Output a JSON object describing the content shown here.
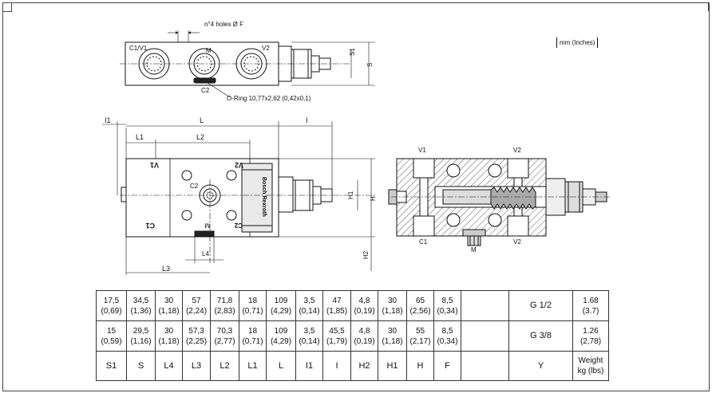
{
  "units_label": "mm (Inches)",
  "top_view": {
    "holes_label": "n°4 holes Ø F",
    "oring_label": "O-Ring 10,77x2,62 (0,42x0,1)",
    "ports": {
      "c1v1": "C1/V1",
      "m": "M",
      "v2": "V2",
      "c2": "C2"
    },
    "dims": {
      "s1": "S1",
      "s": "S"
    }
  },
  "front_view": {
    "dims": {
      "l": "L",
      "l1": "L1",
      "l2": "L2",
      "i": "I",
      "i1": "I1",
      "l3": "L3",
      "l4": "L4",
      "h": "H",
      "h1": "H1",
      "h2": "H2"
    },
    "ports": {
      "v1": "V1",
      "v2": "V2",
      "c1": "C1",
      "c2_a": "C2",
      "c2_b": "C2",
      "m": "M"
    },
    "brand": "Bosch Rexroth"
  },
  "section_view": {
    "ports": {
      "v1": "V1",
      "v2_top": "V2",
      "c1": "C1",
      "m": "M",
      "v2_bottom": "V2"
    }
  },
  "table": {
    "rows": [
      {
        "cells": [
          "17,5\n(0,69)",
          "34,5\n(1,36)",
          "30\n(1,18)",
          "57\n(2,24)",
          "71,8\n(2,83)",
          "18\n(0,71)",
          "109\n(4,29)",
          "3,5\n(0,14)",
          "47\n(1,85)",
          "4,8\n(0,19)",
          "30\n(1,18)",
          "65\n(2,56)",
          "8,5\n(0,34)"
        ],
        "thread": "G 1/2",
        "weight": "1.68\n(3.7)"
      },
      {
        "cells": [
          "15\n(0,59)",
          "29,5\n(1,16)",
          "30\n(1,18)",
          "57,3\n(2,25)",
          "70,3\n(2,77)",
          "18\n(0,71)",
          "109\n(4,29)",
          "3,5\n(0,14)",
          "45,5\n(1,79)",
          "4,8\n(0,19)",
          "30\n(1,18)",
          "55\n(2,17)",
          "8,5\n(0,34)"
        ],
        "thread": "G 3/8",
        "weight": "1.26\n(2,78)"
      }
    ],
    "headers": [
      "S1",
      "S",
      "L4",
      "L3",
      "L2",
      "L1",
      "L",
      "I1",
      "I",
      "H2",
      "H1",
      "H",
      "F"
    ],
    "thread_header": "Y",
    "weight_header": "Weight\nkg (lbs)"
  }
}
